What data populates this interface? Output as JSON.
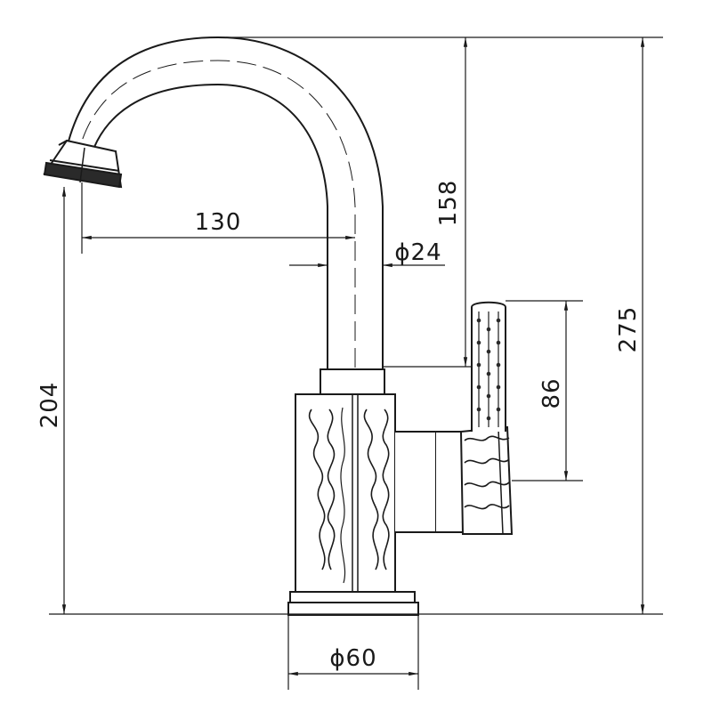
{
  "dimensions": {
    "spout_reach": "130",
    "pipe_diameter": "ϕ24",
    "spout_height_above_handle": "158",
    "total_height": "275",
    "outlet_height": "204",
    "handle_length": "86",
    "base_diameter": "ϕ60"
  },
  "colors": {
    "line": "#1a1a1a",
    "background": "#ffffff"
  }
}
